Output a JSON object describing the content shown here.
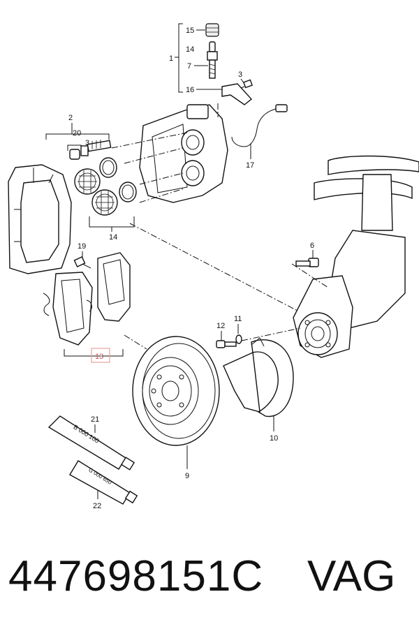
{
  "diagram": {
    "callouts": {
      "c1": "1",
      "c2": "2",
      "c3a": "3",
      "c3b": "3",
      "c6": "6",
      "c7": "7",
      "c9": "9",
      "c10": "10",
      "c11": "11",
      "c12": "12",
      "c13": "13",
      "c14a": "14",
      "c14b": "14",
      "c15": "15",
      "c16": "16",
      "c17": "17",
      "c19": "19",
      "c20": "20",
      "c21": "21",
      "c22": "22"
    },
    "highlight_color": "#e8a0a0",
    "tube21_text": "B 000 100",
    "tube22_text": "G 000 650"
  },
  "footer": {
    "part_number": "447698151C",
    "brand": "VAG"
  }
}
